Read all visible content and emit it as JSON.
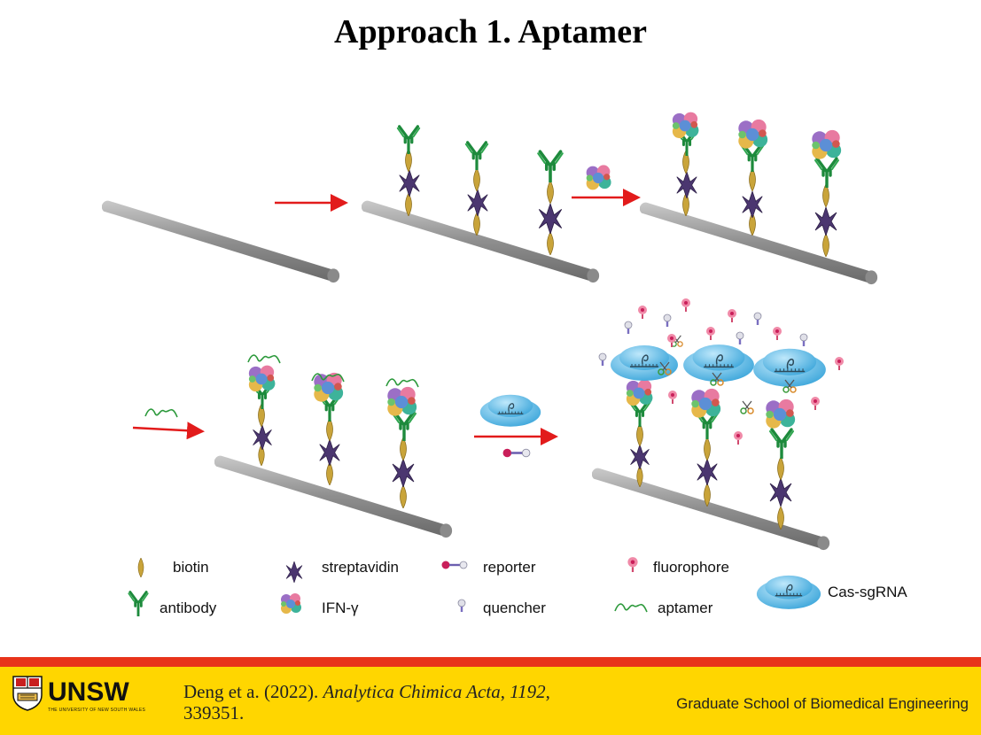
{
  "slide": {
    "title": "Approach 1. Aptamer"
  },
  "legend": {
    "biotin": "biotin",
    "streptavidin": "streptavidin",
    "reporter": "reporter",
    "fluorophore": "fluorophore",
    "cas_sgrna": "Cas-sgRNA",
    "antibody": "antibody",
    "ifn": "IFN-γ",
    "quencher": "quencher",
    "aptamer": "aptamer"
  },
  "footer": {
    "logo_text": "UNSW",
    "logo_tagline": "THE UNIVERSITY OF NEW SOUTH WALES",
    "citation_authors": "Deng et a. (2022). ",
    "citation_journal": "Analytica Chimica Acta",
    "citation_sep1": ", ",
    "citation_volume": "1192",
    "citation_sep2": ",",
    "citation_pages": "339351.",
    "school": "Graduate School of Biomedical Engineering"
  },
  "colors": {
    "accent_red": "#e8331a",
    "footer_yellow": "#ffd600",
    "antibody_green": "#1d8a3c",
    "streptavidin_purple": "#4b3670",
    "biotin_gold": "#c9a43a",
    "rod_grey": "#9a9a9a",
    "arrow_red": "#e21b1b",
    "cas_blue": "#6fc3ea"
  }
}
